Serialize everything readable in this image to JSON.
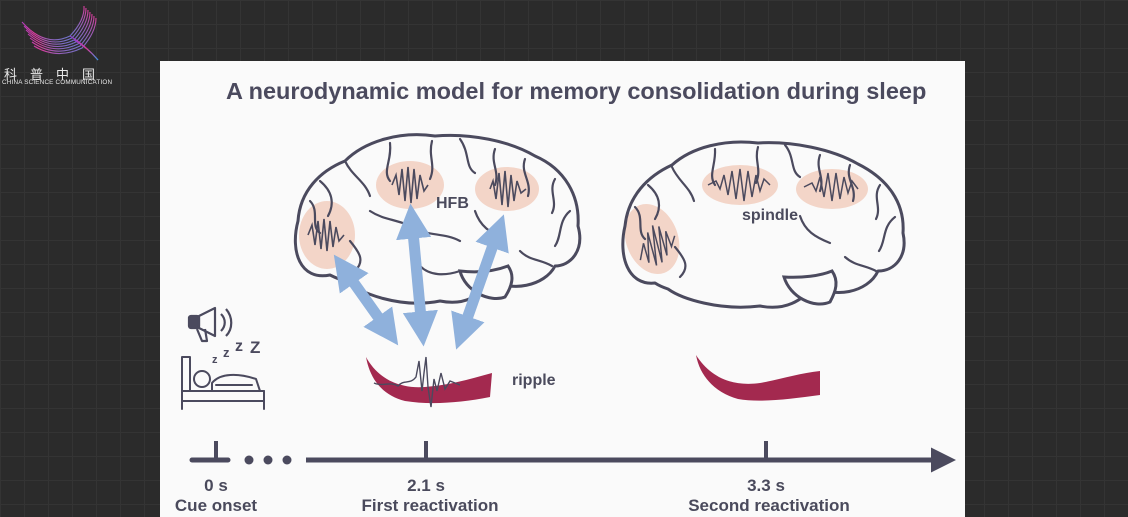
{
  "logo": {
    "chinese": "科普中国",
    "english": "CHINA SCIENCE COMMUNICATION"
  },
  "diagram": {
    "title": "A neurodynamic model for memory consolidation during sleep",
    "labels": {
      "hfb": "HFB",
      "spindle": "spindle",
      "ripple": "ripple"
    },
    "timeline": [
      {
        "value": "0 s",
        "label": "Cue onset"
      },
      {
        "value": "2.1 s",
        "label": "First reactivation"
      },
      {
        "value": "3.3 s",
        "label": "Second reactivation"
      }
    ],
    "ellipsis": "• • •",
    "colors": {
      "brain_outline": "#4b4a5e",
      "activation_blob": "#f3d5c8",
      "oscillation": "#4b4a5e",
      "arrow": "#8fb1dc",
      "hippocampus": "#a3294f",
      "timeline": "#4b4a5e",
      "background": "#fafafa"
    },
    "icons": [
      "megaphone-icon",
      "sleeping-person-icon"
    ]
  }
}
